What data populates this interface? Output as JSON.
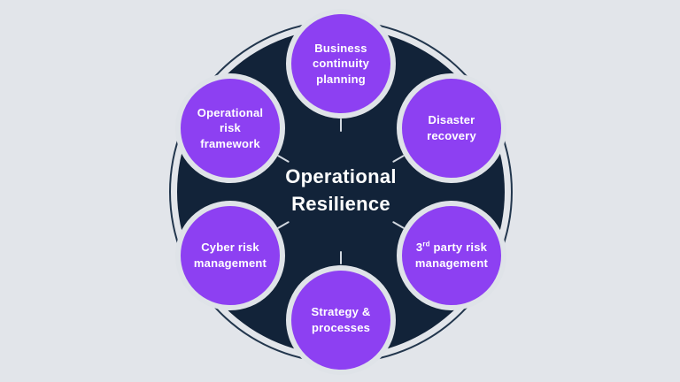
{
  "hub": {
    "title": "Operational\nResilience"
  },
  "satellites": [
    {
      "id": "business-continuity-planning",
      "label": "Business\ncontinuity\nplanning"
    },
    {
      "id": "disaster-recovery",
      "label": "Disaster\nrecovery"
    },
    {
      "id": "third-party-risk-management",
      "label_html": "3<sup>rd</sup> party risk\nmanagement"
    },
    {
      "id": "strategy-processes",
      "label": "Strategy &\nprocesses"
    },
    {
      "id": "cyber-risk-management",
      "label": "Cyber risk\nmanagement"
    },
    {
      "id": "operational-risk-framework",
      "label": "Operational\nrisk\nframework"
    }
  ],
  "colors": {
    "bg": "#e2e5ea",
    "navy": "#122339",
    "purple": "#8d40f2",
    "ring": "#22364d",
    "satborder": "#dfe3e8",
    "tick": "#d2d8e0",
    "text": "#ffffff"
  }
}
